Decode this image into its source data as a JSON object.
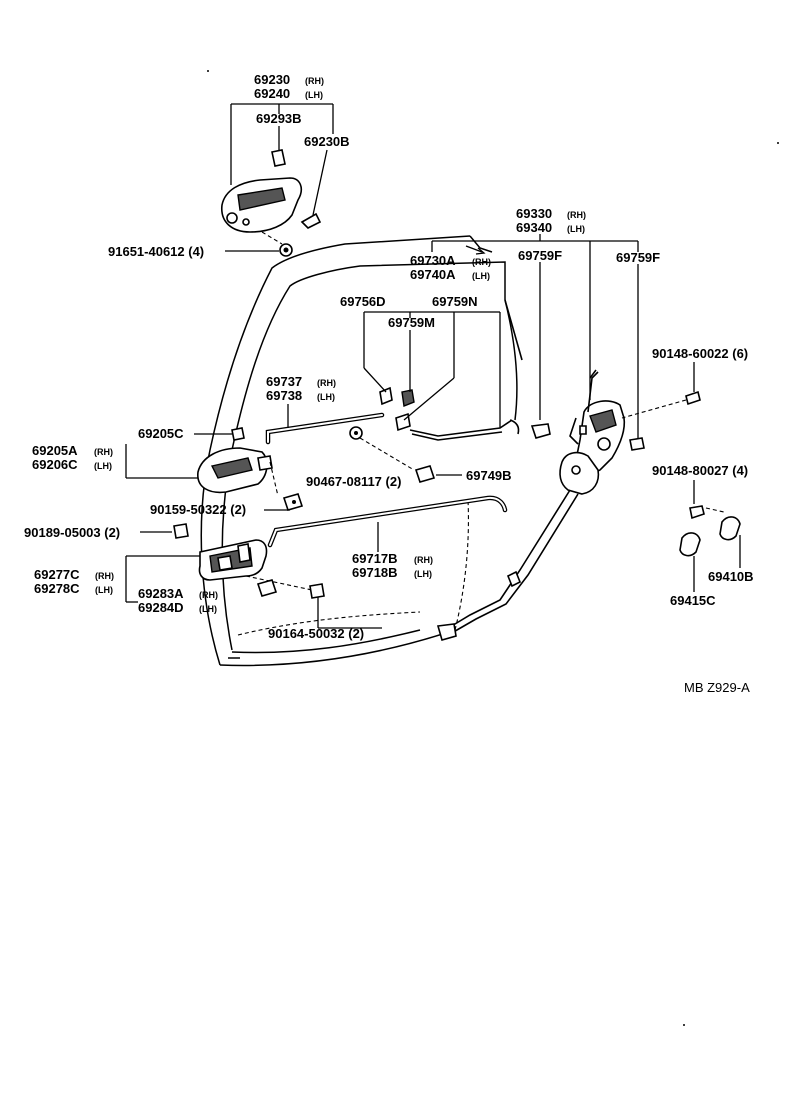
{
  "labels": {
    "p69230": "69230",
    "p69230_rh": "(RH)",
    "p69240": "69240",
    "p69240_lh": "(LH)",
    "p69293B": "69293B",
    "p69230B": "69230B",
    "p91651": "91651-40612 (4)",
    "p69330": "69330",
    "p69330_rh": "(RH)",
    "p69340": "69340",
    "p69340_lh": "(LH)",
    "p69759F_a": "69759F",
    "p69759F_b": "69759F",
    "p69730A": "69730A",
    "p69730A_rh": "(RH)",
    "p69740A": "69740A",
    "p69740A_lh": "(LH)",
    "p69756D": "69756D",
    "p69759N": "69759N",
    "p69759M": "69759M",
    "p90148_60022": "90148-60022 (6)",
    "p69737": "69737",
    "p69737_rh": "(RH)",
    "p69738": "69738",
    "p69738_lh": "(LH)",
    "p69205C": "69205C",
    "p69205A": "69205A",
    "p69205A_rh": "(RH)",
    "p69206C": "69206C",
    "p69206C_lh": "(LH)",
    "p90467": "90467-08117 (2)",
    "p69749B": "69749B",
    "p90148_80027": "90148-80027 (4)",
    "p90159": "90159-50322 (2)",
    "p90189": "90189-05003 (2)",
    "p69717B": "69717B",
    "p69717B_rh": "(RH)",
    "p69718B": "69718B",
    "p69718B_lh": "(LH)",
    "p69277C": "69277C",
    "p69277C_rh": "(RH)",
    "p69278C": "69278C",
    "p69278C_lh": "(LH)",
    "p69283A": "69283A",
    "p69283A_rh": "(RH)",
    "p69284D": "69284D",
    "p69284D_lh": "(LH)",
    "p69410B": "69410B",
    "p69415C": "69415C",
    "p90164": "90164-50032 (2)",
    "ref": "MB  Z929-A"
  }
}
